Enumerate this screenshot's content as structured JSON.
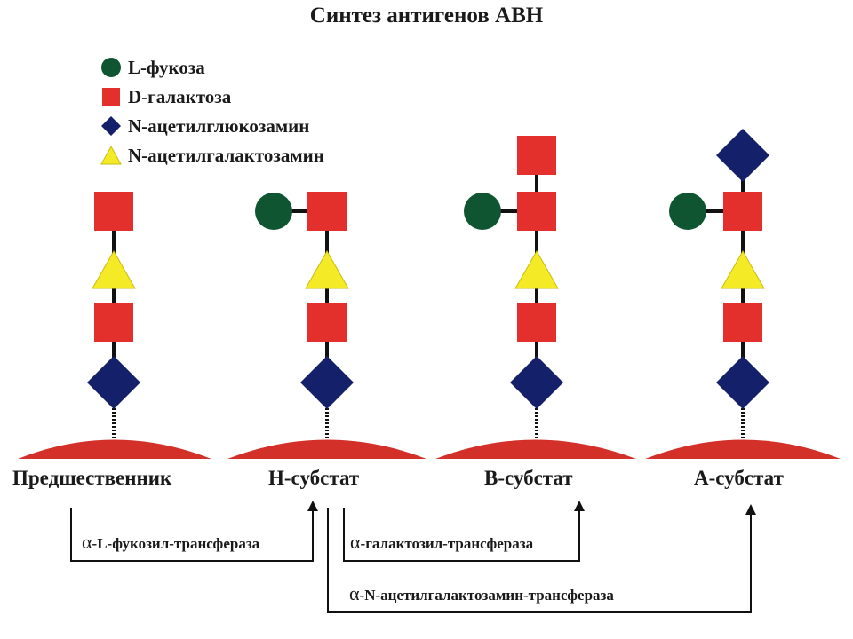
{
  "title": "Синтез антигенов АВН",
  "legend": [
    {
      "shape": "circle",
      "color": "#0f5532",
      "label": "L-фукоза"
    },
    {
      "shape": "square",
      "color": "#e4302c",
      "label": "D-галактоза"
    },
    {
      "shape": "diamond",
      "color": "#14206a",
      "label": "N-ацетилглюкозамин"
    },
    {
      "shape": "triangle",
      "color": "#f5ea26",
      "label": "N-ацетилгалактозамин"
    }
  ],
  "structures": [
    {
      "label": "Предшественник",
      "chain": [
        "diamond",
        "square",
        "triangle",
        "square"
      ],
      "side": "none"
    },
    {
      "label": "Н-субстат",
      "chain": [
        "diamond",
        "square",
        "triangle",
        "square"
      ],
      "side": "circle"
    },
    {
      "label": "В-субстат",
      "chain": [
        "diamond",
        "square",
        "triangle",
        "square",
        "square"
      ],
      "side": "circle"
    },
    {
      "label": "А-субстат",
      "chain": [
        "diamond",
        "square",
        "triangle",
        "square",
        "diamond"
      ],
      "side": "circle"
    }
  ],
  "enzymes": {
    "alpha_symbol": "α",
    "fucosyl": "-L-фукозил-трансфераза",
    "galactosyl": "-галактозил-трансфераза",
    "acetylgalactosaminyl": "-N-ацетилгалактозамин-трансфераза"
  },
  "colors": {
    "fucose": "#0f5532",
    "galactose": "#e4302c",
    "glucosamine": "#14206a",
    "galactosamine": "#f5ea26",
    "membrane": "#d3302a"
  }
}
